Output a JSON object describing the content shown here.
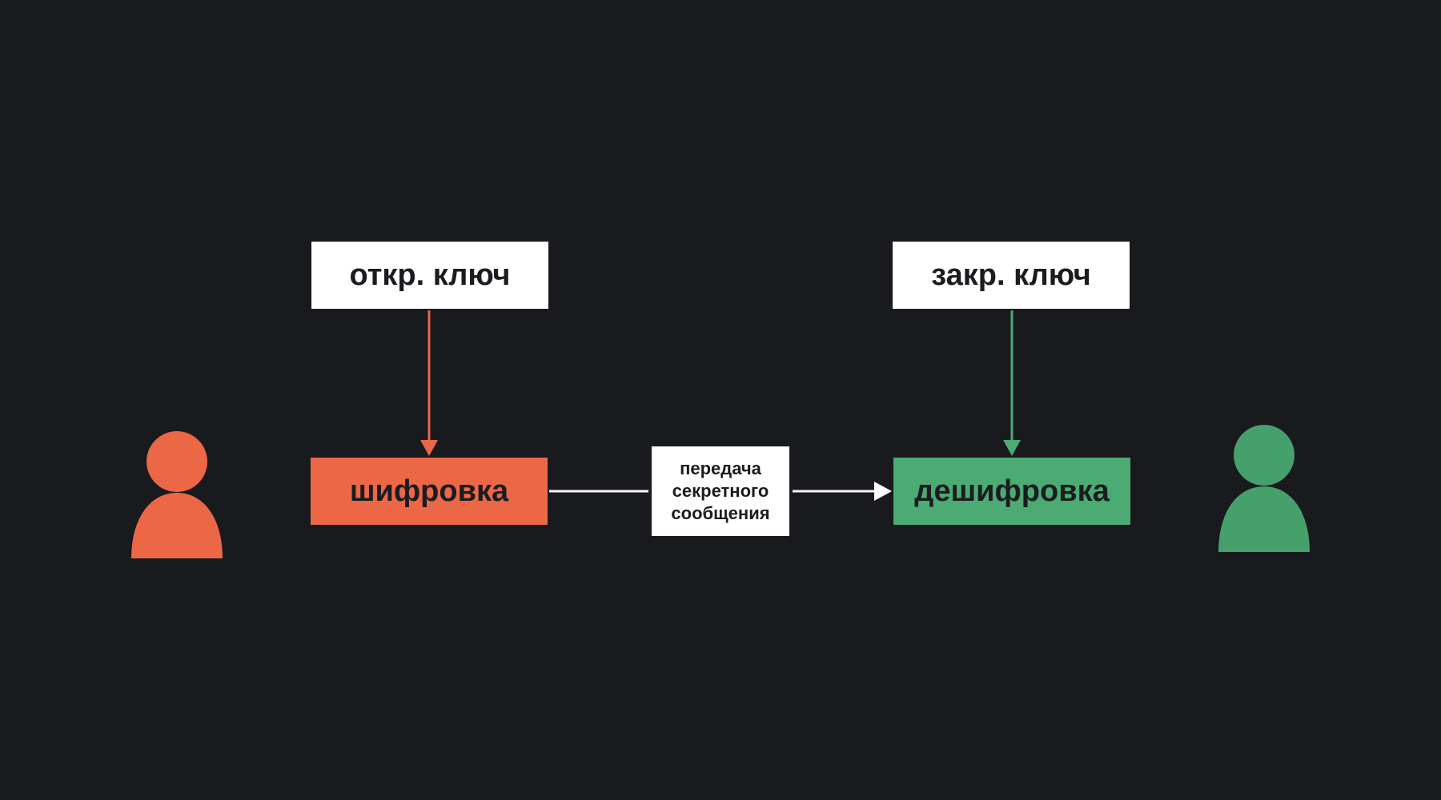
{
  "colors": {
    "background": "#191a1e",
    "sender": "#ec6746",
    "receiver": "#4bab73",
    "receiver_person": "#45a06b",
    "box_white": "#ffffff",
    "text_dark": "#1b1c20"
  },
  "public_key": {
    "label": "откр. ключ"
  },
  "private_key": {
    "label": "закр. ключ"
  },
  "encryption": {
    "label": "шифровка"
  },
  "decryption": {
    "label": "дешифровка"
  },
  "message": {
    "lines": [
      "передача",
      "секретного",
      "сообщения"
    ]
  },
  "sender": {
    "icon": "person-icon"
  },
  "receiver": {
    "icon": "person-icon"
  }
}
